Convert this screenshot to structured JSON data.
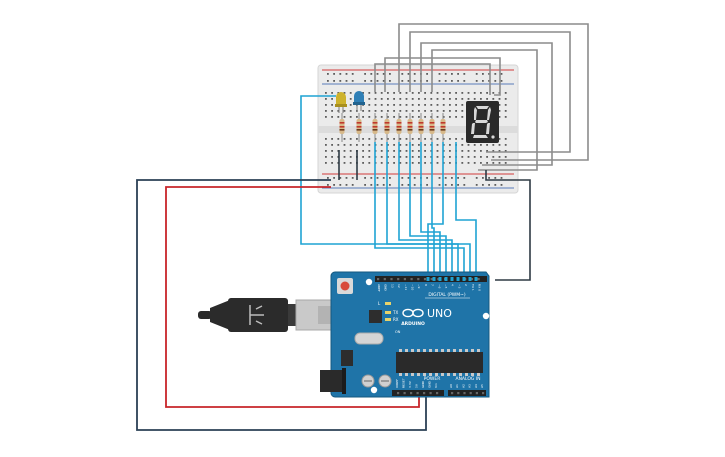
{
  "colors": {
    "background": "#ffffff",
    "breadboard": "#ebebeb",
    "breadboard_hole": "#5d5d5d",
    "rail_red": "#d23b3b",
    "rail_blue": "#5a7bb8",
    "board_blue": "#1f74a8",
    "board_dark": "#16597f",
    "wire_cyan": "#1fa3d3",
    "wire_gray": "#8c8c8c",
    "wire_black": "#2e3a44",
    "wire_red": "#c8252a",
    "wire_navy": "#2b4055",
    "led_yellow": "#cdb22c",
    "led_blue": "#2f7fb6",
    "display_body": "#2a2a2a",
    "display_segment": "#d8d8d8",
    "usb_plug": "#2b2b2b",
    "usb_shell": "#c9c9c9"
  },
  "board": {
    "model": "UNO",
    "brand": "ARDUINO",
    "digital_header_label": "DIGITAL (PWM~)",
    "power_header_label": "POWER",
    "analog_header_label": "ANALOG IN",
    "digital_pins": [
      "AREF",
      "GND",
      "13",
      "12",
      "~11",
      "~10",
      "~9",
      "8",
      "7",
      "~6",
      "~5",
      "4",
      "~3",
      "2",
      "TX 1",
      "RX 0"
    ],
    "power_pins": [
      "IOREF",
      "RESET",
      "3.3V",
      "5V",
      "GND",
      "GND",
      "Vin"
    ],
    "analog_pins": [
      "A0",
      "A1",
      "A2",
      "A3",
      "A4",
      "A5"
    ],
    "indicators": [
      "L",
      "TX",
      "RX"
    ],
    "on_label": "ON"
  },
  "components": {
    "resistor_count": 9,
    "leds": [
      "yellow-led",
      "blue-led"
    ],
    "display": "seven-segment-display"
  }
}
